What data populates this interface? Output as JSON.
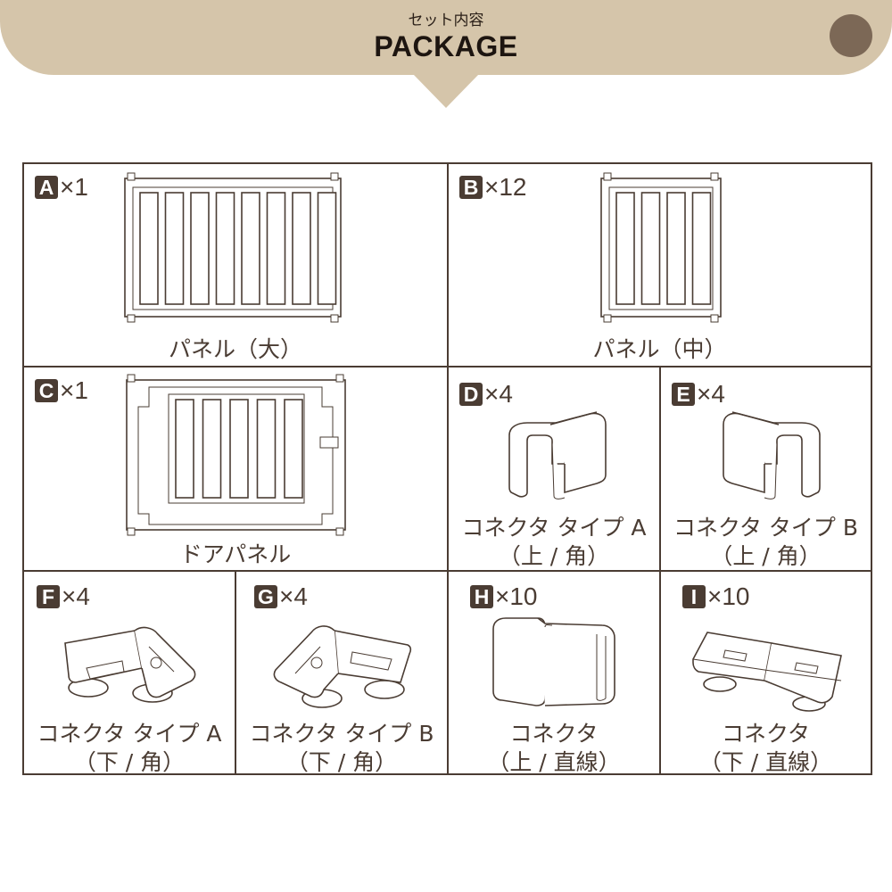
{
  "header": {
    "subtitle": "セット内容",
    "title": "PACKAGE"
  },
  "items": [
    {
      "letter": "A",
      "qty": "×1",
      "line1": "パネル（大）",
      "line2": "",
      "icon": "large-panel-icon"
    },
    {
      "letter": "B",
      "qty": "×12",
      "line1": "パネル（中）",
      "line2": "",
      "icon": "medium-panel-icon"
    },
    {
      "letter": "C",
      "qty": "×1",
      "line1": "ドアパネル",
      "line2": "",
      "icon": "door-panel-icon"
    },
    {
      "letter": "D",
      "qty": "×4",
      "line1": "コネクタ タイプ A",
      "line2": "（上 / 角）",
      "icon": "corner-connector-top-a-icon"
    },
    {
      "letter": "E",
      "qty": "×4",
      "line1": "コネクタ タイプ B",
      "line2": "（上 / 角）",
      "icon": "corner-connector-top-b-icon"
    },
    {
      "letter": "F",
      "qty": "×4",
      "line1": "コネクタ タイプ A",
      "line2": "（下 / 角）",
      "icon": "corner-connector-bottom-a-icon"
    },
    {
      "letter": "G",
      "qty": "×4",
      "line1": "コネクタ タイプ B",
      "line2": "（下 / 角）",
      "icon": "corner-connector-bottom-b-icon"
    },
    {
      "letter": "H",
      "qty": "×10",
      "line1": "コネクタ",
      "line2": "（上 / 直線）",
      "icon": "straight-connector-top-icon"
    },
    {
      "letter": "I",
      "qty": "×10",
      "line1": "コネクタ",
      "line2": "（下 / 直線）",
      "icon": "straight-connector-bottom-icon"
    }
  ],
  "colors": {
    "header_bg": "#d5c5aa",
    "dot": "#7c6856",
    "line": "#4a3c33"
  }
}
